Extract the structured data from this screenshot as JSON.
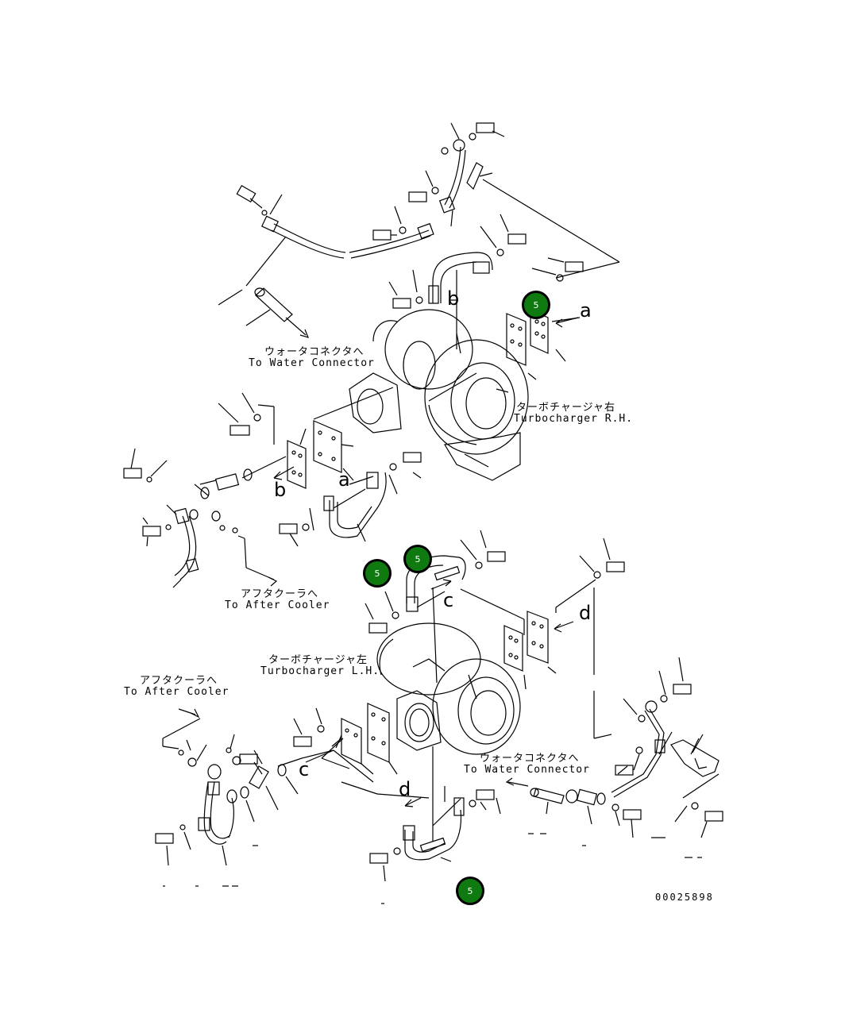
{
  "labels": {
    "water_connector_top_jp": "ウォータコネクタへ",
    "water_connector_top_en": "To Water Connector",
    "turbo_rh_jp": "ターボチャージャ右",
    "turbo_rh_en": "Turbocharger R.H.",
    "after_cooler_mid_jp": "アフタクーラへ",
    "after_cooler_mid_en": "To After Cooler",
    "turbo_lh_jp": "ターボチャージャ左",
    "turbo_lh_en": "Turbocharger L.H.",
    "after_cooler_left_jp": "アフタクーラへ",
    "after_cooler_left_en": "To After Cooler",
    "water_connector_bottom_jp": "ウォータコネクタへ",
    "water_connector_bottom_en": "To Water Connector",
    "drawing_number": "00025898"
  },
  "callouts": {
    "a_right": "a",
    "a_mid": "a",
    "b_top": "b",
    "b_left": "b",
    "c_top": "c",
    "c_left": "c",
    "d_right": "d",
    "d_bottom": "d"
  },
  "markers": [
    {
      "label": "5"
    },
    {
      "label": "5"
    },
    {
      "label": "5"
    },
    {
      "label": "5"
    }
  ],
  "colors": {
    "marker_fill": "#0f7a0f",
    "line": "#000000"
  }
}
